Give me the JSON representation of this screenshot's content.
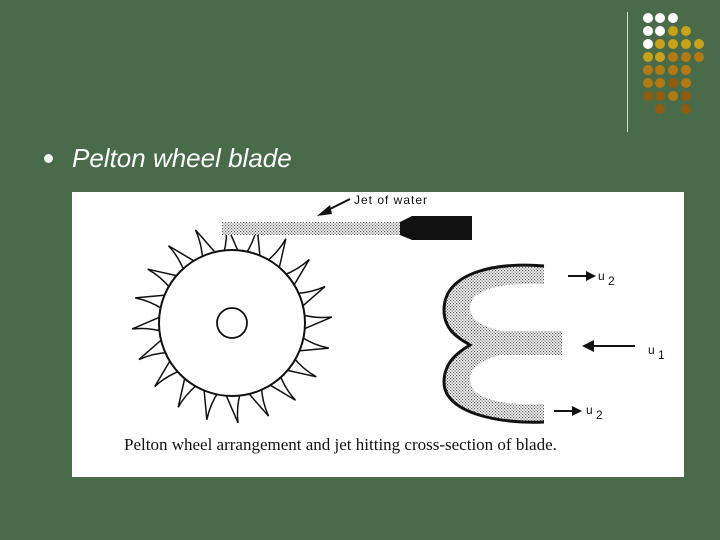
{
  "slide": {
    "title": "Pelton wheel blade"
  },
  "decor": {
    "dot_colors": [
      "#ffffff",
      "#c8a21a",
      "#b37a14",
      "#8f5c0f"
    ]
  },
  "figure": {
    "jet_label": "Jet of water",
    "u2_top": "u",
    "u2_top_sub": "2",
    "u1": "u",
    "u1_sub": "1",
    "u2_bottom": "u",
    "u2_bottom_sub": "2",
    "caption": "Pelton wheel arrangement and jet hitting cross-section of blade."
  }
}
